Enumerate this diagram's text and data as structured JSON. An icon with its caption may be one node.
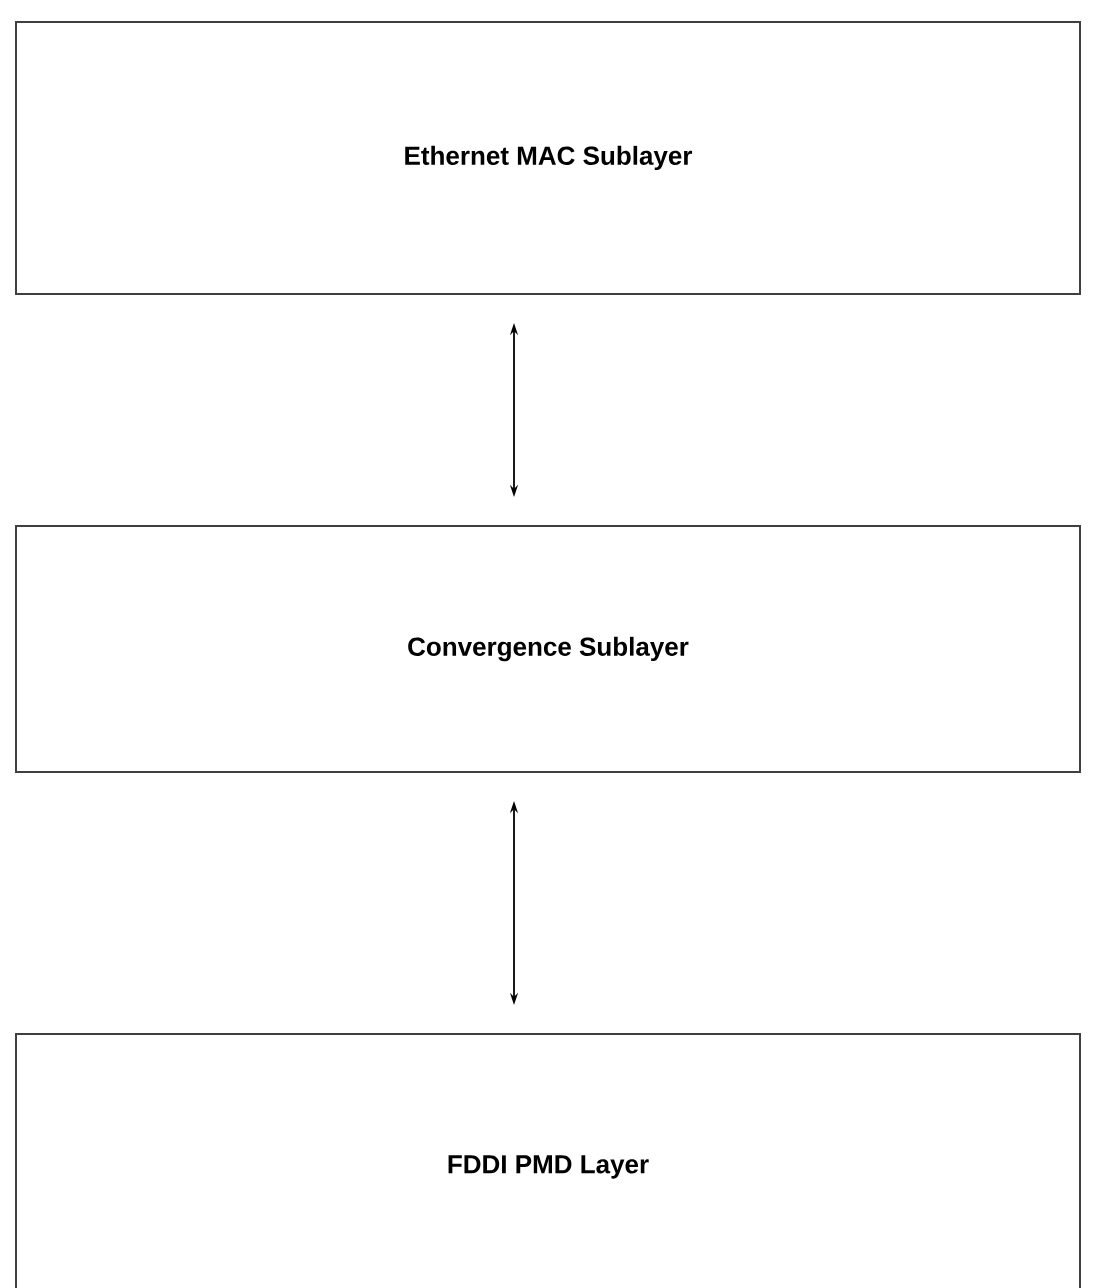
{
  "diagram": {
    "nodes": [
      {
        "text": [
          "Ethernet MAC Sublayer"
        ]
      },
      {
        "text": [
          "Convergence Sublayer"
        ]
      },
      {
        "text": [
          "FDDI PMD Layer"
        ]
      }
    ],
    "edges": [
      {
        "from": 0,
        "to": 1,
        "arrow": "both"
      },
      {
        "from": 1,
        "to": 2,
        "arrow": "both"
      }
    ]
  }
}
